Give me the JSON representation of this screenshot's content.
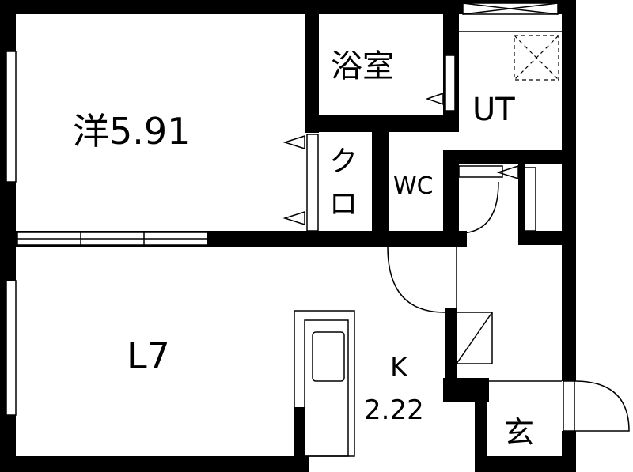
{
  "floor_plan": {
    "rooms": {
      "western_room": "洋5.91",
      "bathroom": "浴室",
      "utility": "UT",
      "closet_top": "ク",
      "closet_bottom": "ロ",
      "toilet": "WC",
      "living": "L7",
      "kitchen_label": "K",
      "kitchen_size": "2.22",
      "entrance": "玄"
    },
    "colors": {
      "wall": "#000000",
      "background": "#ffffff"
    }
  }
}
